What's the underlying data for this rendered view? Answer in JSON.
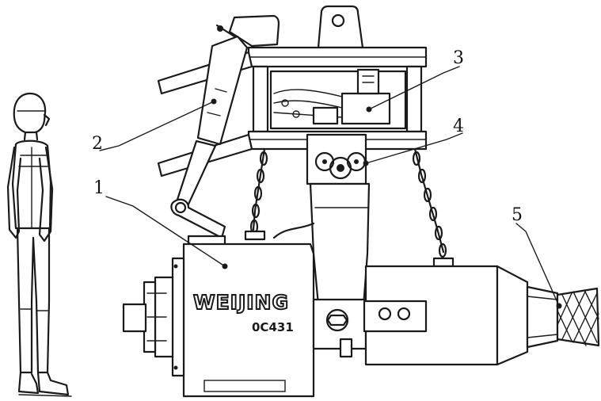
{
  "callouts": [
    {
      "label": "1"
    },
    {
      "label": "2"
    },
    {
      "label": "3"
    },
    {
      "label": "4"
    },
    {
      "label": "5"
    }
  ],
  "machine": {
    "brand": "WEIJING",
    "model": "0C431"
  },
  "colors": {
    "line": "#1a1a1a",
    "background": "#ffffff"
  }
}
